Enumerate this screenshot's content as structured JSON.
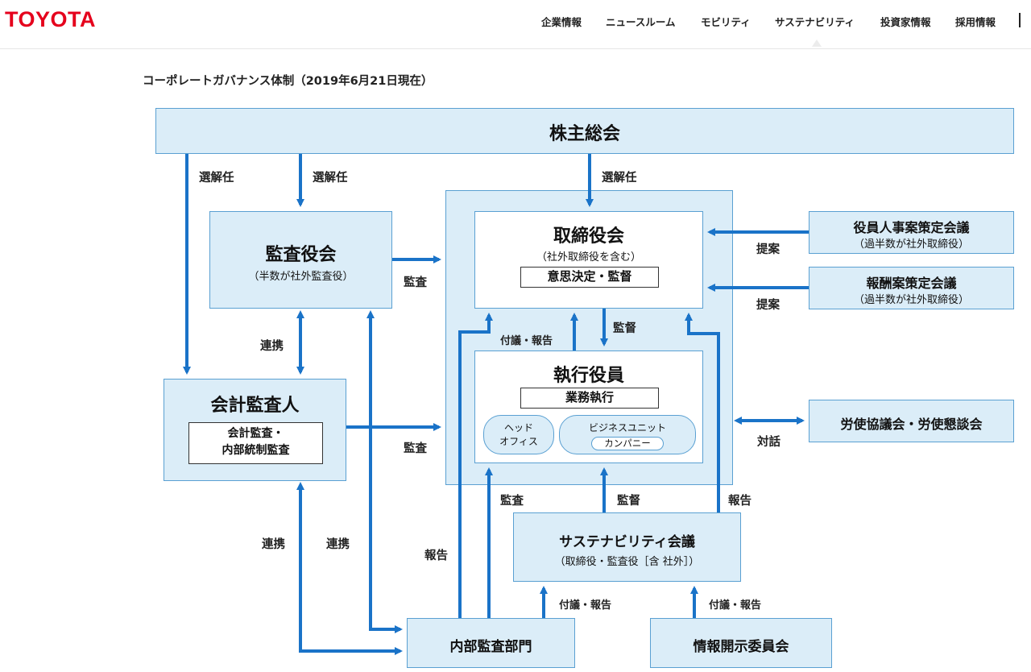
{
  "header": {
    "logo": "TOYOTA",
    "nav": [
      "企業情報",
      "ニュースルーム",
      "モビリティ",
      "サステナビリティ",
      "投資家情報",
      "採用情報"
    ]
  },
  "page_title": "コーポレートガバナンス体制（2019年6月21日現在）",
  "diagram": {
    "shareholders": "株主総会",
    "audit_board": {
      "name": "監査役会",
      "note": "（半数が社外監査役）"
    },
    "board": {
      "name": "取締役会",
      "note": "（社外取締役を含む）",
      "role": "意思決定・監督"
    },
    "officers": {
      "name": "執行役員",
      "role": "業務執行",
      "head_office": [
        "ヘッド",
        "オフィス"
      ],
      "business_unit": "ビジネスユニット",
      "company": "カンパニー"
    },
    "auditor": {
      "name": "会計監査人",
      "role": [
        "会計監査・",
        "内部統制監査"
      ]
    },
    "exec_personnel": {
      "name": "役員人事案策定会議",
      "note": "（過半数が社外取締役）"
    },
    "compensation": {
      "name": "報酬案策定会議",
      "note": "（過半数が社外取締役）"
    },
    "labor": "労使協議会・労使懇談会",
    "sustainability": {
      "name": "サステナビリティ会議",
      "note": "（取締役・監査役［含 社外］）"
    },
    "internal_audit": "内部監査部門",
    "disclosure": "情報開示委員会",
    "labels": {
      "elect1": "選解任",
      "elect2": "選解任",
      "elect3": "選解任",
      "audit1": "監査",
      "audit2": "監査",
      "audit3": "監査",
      "cooperate1": "連携",
      "cooperate2": "連携",
      "cooperate3": "連携",
      "propose1": "提案",
      "propose2": "提案",
      "supervise1": "監督",
      "supervise2": "監督",
      "submit_report1": "付議・報告",
      "submit_report2": "付議・報告",
      "submit_report3": "付議・報告",
      "report1": "報告",
      "report2": "報告",
      "dialogue": "対話"
    }
  }
}
